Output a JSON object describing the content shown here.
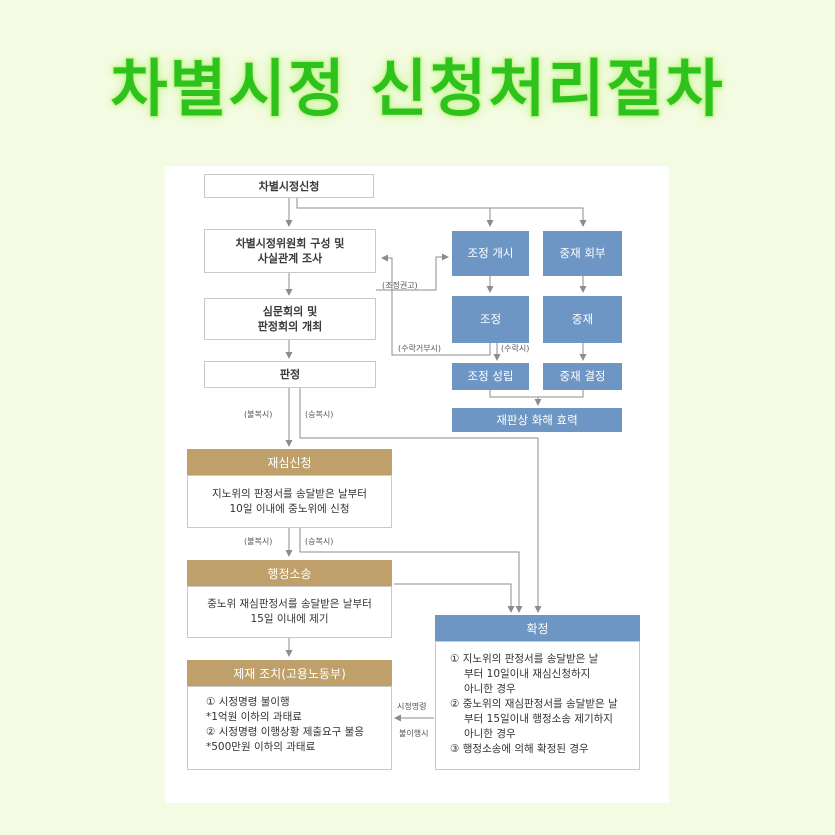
{
  "title": "차별시정 신청처리절차",
  "flow": {
    "step1": "차별시정신청",
    "step2": [
      "차별시정위원회 구성 및",
      "사실관계 조사"
    ],
    "step3": [
      "심문회의 및",
      "판정회의 개최"
    ],
    "step4": "판정",
    "mediation_start": "조정 개시",
    "arbitration_referral": "중재 회부",
    "mediation": "조정",
    "arbitration": "중재",
    "mediation_success": "조정 성립",
    "arbitration_decision": "중재 결정",
    "settlement_effect": "재판상 화해 효력"
  },
  "labels": {
    "mediation_recommend": "(조정권고)",
    "accept_refuse": "(수락거부시)",
    "accept": "(수락시)",
    "dissatisfied": "(불복시)",
    "accepted": "(승복시)",
    "correction_order": "시정명령",
    "non_performance": "불이행시"
  },
  "review": {
    "header": "재심신청",
    "lines": [
      "지노위의 판정서를 송달받은 날부터",
      "10일 이내에 중노위에 신청"
    ]
  },
  "lawsuit": {
    "header": "행정소송",
    "lines": [
      "중노위 재심판정서를 송달받은 날부터",
      "15일 이내에 제기"
    ]
  },
  "sanction": {
    "header": "제재 조치(고용노동부)",
    "lines": [
      "① 시정명령 불이행",
      "*1억원 이하의 과태료",
      "② 시정명령 이행상황 제출요구 불응",
      "*500만원 이하의 과태료"
    ]
  },
  "confirm": {
    "header": "확정",
    "lines": [
      "① 지노위의 판정서를 송달받은 날",
      "부터 10일이내 재심신청하지",
      "아니한 경우",
      "② 중노위의 재심판정서를 송달받은 날",
      "부터 15일이내 행정소송 제기하지",
      "아니한 경우",
      "③ 행정소송에 의해 확정된 경우"
    ]
  }
}
